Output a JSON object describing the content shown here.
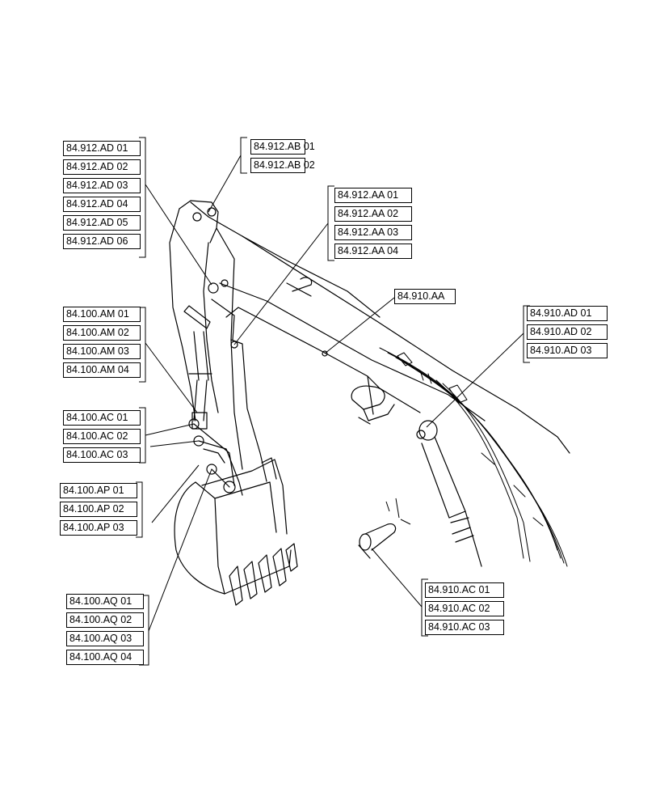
{
  "callout_groups": [
    {
      "id": "g1",
      "items": [
        "84.912.AD 01",
        "84.912.AD 02",
        "84.912.AD 03",
        "84.912.AD 04",
        "84.912.AD 05",
        "84.912.AD 06"
      ]
    },
    {
      "id": "g2",
      "items": [
        "84.912.AB 01",
        "84.912.AB 02"
      ]
    },
    {
      "id": "g3",
      "items": [
        "84.912.AA 01",
        "84.912.AA 02",
        "84.912.AA 03",
        "84.912.AA 04"
      ]
    },
    {
      "id": "g4",
      "items": [
        "84.910.AA"
      ]
    },
    {
      "id": "g5",
      "items": [
        "84.910.AD 01",
        "84.910.AD 02",
        "84.910.AD 03"
      ]
    },
    {
      "id": "g6",
      "items": [
        "84.100.AM 01",
        "84.100.AM 02",
        "84.100.AM 03",
        "84.100.AM 04"
      ]
    },
    {
      "id": "g7",
      "items": [
        "84.100.AC 01",
        "84.100.AC 02",
        "84.100.AC 03"
      ]
    },
    {
      "id": "g8",
      "items": [
        "84.100.AP 01",
        "84.100.AP 02",
        "84.100.AP 03"
      ]
    },
    {
      "id": "g9",
      "items": [
        "84.910.AC 01",
        "84.910.AC 02",
        "84.910.AC 03"
      ]
    },
    {
      "id": "g10",
      "items": [
        "84.100.AQ 01",
        "84.100.AQ 02",
        "84.100.AQ 03",
        "84.100.AQ 04"
      ]
    }
  ]
}
